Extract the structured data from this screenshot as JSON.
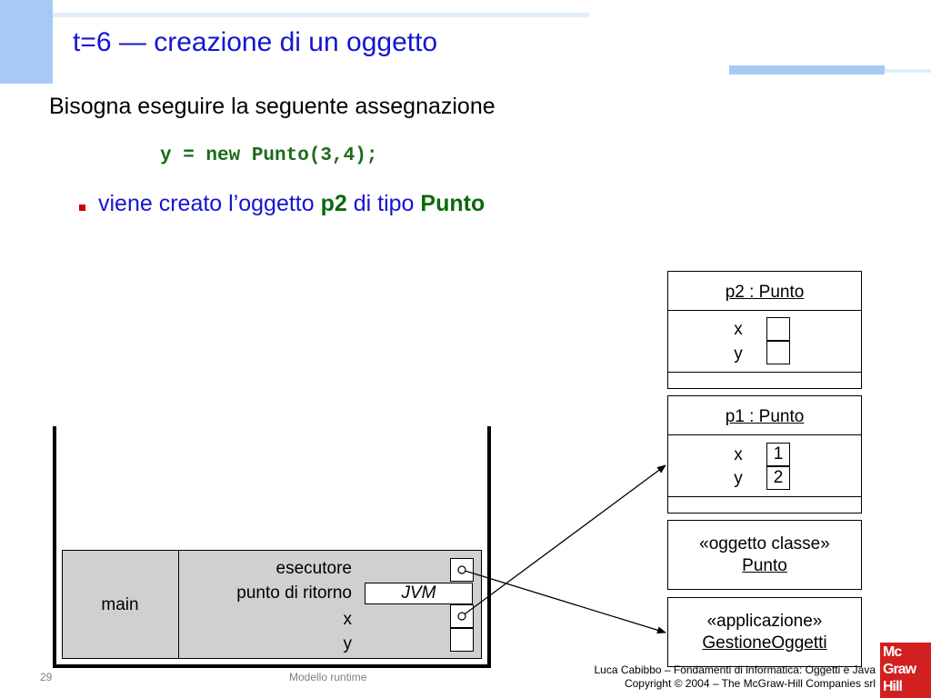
{
  "title": "t=6 — creazione di un oggetto",
  "intro": "Bisogna eseguire la seguente assegnazione",
  "code": "y = new Punto(3,4);",
  "bullet": {
    "prefix": "viene creato l’oggetto ",
    "obj": "p2",
    "middle": " di tipo ",
    "type": "Punto"
  },
  "objects": {
    "p2": {
      "header": "p2 : Punto",
      "fields": [
        {
          "name": "x",
          "value": ""
        },
        {
          "name": "y",
          "value": ""
        }
      ]
    },
    "p1": {
      "header": "p1 : Punto",
      "fields": [
        {
          "name": "x",
          "value": "1"
        },
        {
          "name": "y",
          "value": "2"
        }
      ]
    }
  },
  "class_object": {
    "stereotype": "«oggetto classe»",
    "name": "Punto"
  },
  "application": {
    "stereotype": "«applicazione»",
    "name": "GestioneOggetti"
  },
  "frame": {
    "method": "main",
    "labels": [
      "esecutore",
      "punto di ritorno",
      "x",
      "y"
    ],
    "return_value": "JVM"
  },
  "footer": {
    "page": "29",
    "section": "Modello runtime",
    "credit_line1": "Luca Cabibbo – Fondamenti di informatica: Oggetti e Java",
    "credit_line2": "Copyright © 2004 – The McGraw-Hill Companies srl"
  },
  "logo": {
    "lines": [
      "Mc",
      "Graw",
      "Hill"
    ]
  },
  "colors": {
    "title": "#1515d0",
    "accent": "#a9c9f5",
    "code": "#1a6b1a",
    "logo": "#d21f1f"
  }
}
